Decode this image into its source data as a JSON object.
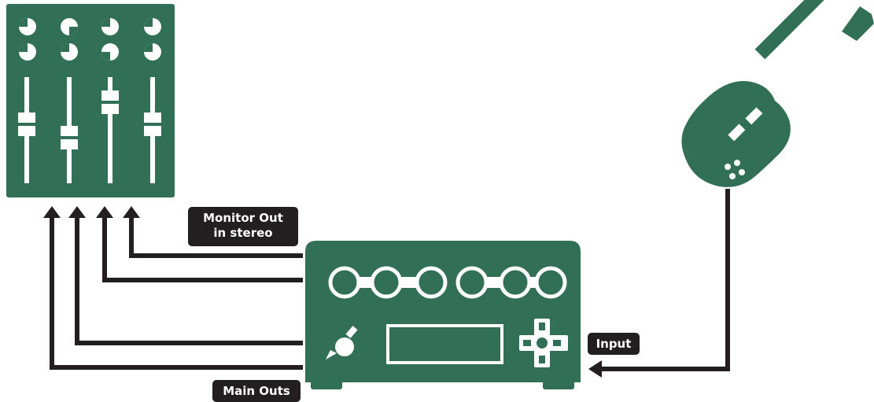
{
  "labels": {
    "monitor_out_line1": "Monitor Out",
    "monitor_out_line2": "in stereo",
    "input": "Input",
    "main_outs": "Main Outs"
  },
  "colors": {
    "device_green": "#316f56",
    "line_dark": "#231f20",
    "label_bg": "#231f20",
    "label_text": "#ffffff"
  },
  "icons": {
    "mixer": "mixing-console-icon",
    "guitar": "electric-guitar-icon",
    "pedal": "effects-processor-icon",
    "knob": "knob-icon",
    "dpad": "directional-pad-icon",
    "display": "lcd-display-icon"
  }
}
